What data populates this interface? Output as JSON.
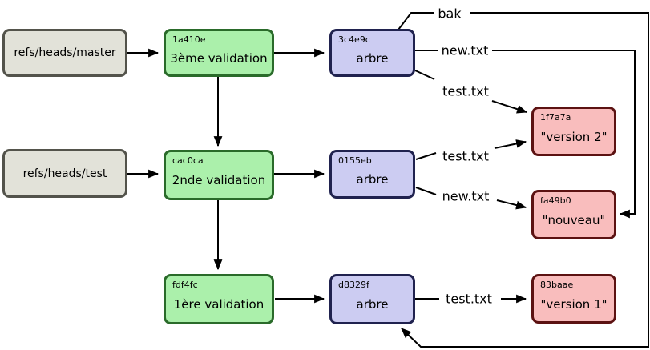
{
  "diagram": {
    "title_hint": "git-object-graph",
    "refs": [
      {
        "label": "refs/heads/master"
      },
      {
        "label": "refs/heads/test"
      }
    ],
    "commits": [
      {
        "hash": "1a410e",
        "label": "3ème validation"
      },
      {
        "hash": "cac0ca",
        "label": "2nde validation"
      },
      {
        "hash": "fdf4fc",
        "label": "1ère validation"
      }
    ],
    "trees": [
      {
        "hash": "3c4e9c",
        "label": "arbre"
      },
      {
        "hash": "0155eb",
        "label": "arbre"
      },
      {
        "hash": "d8329f",
        "label": "arbre"
      }
    ],
    "blobs": [
      {
        "hash": "1f7a7a",
        "label": "\"version 2\""
      },
      {
        "hash": "fa49b0",
        "label": "\"nouveau\""
      },
      {
        "hash": "83baae",
        "label": "\"version 1\""
      }
    ],
    "edge_labels": [
      {
        "text": "bak"
      },
      {
        "text": "new.txt"
      },
      {
        "text": "test.txt"
      },
      {
        "text": "test.txt"
      },
      {
        "text": "new.txt"
      },
      {
        "text": "test.txt"
      }
    ],
    "colors": {
      "background": "#ffffff",
      "ref_fill": "#e2e2d9",
      "ref_border": "#53534b",
      "commit_fill": "#abf0ab",
      "commit_border": "#2a6b2a",
      "tree_fill": "#ccccf2",
      "tree_border": "#20224f",
      "blob_fill": "#f9bdbd",
      "blob_border": "#5c1212",
      "edge_line": "#000000"
    }
  }
}
